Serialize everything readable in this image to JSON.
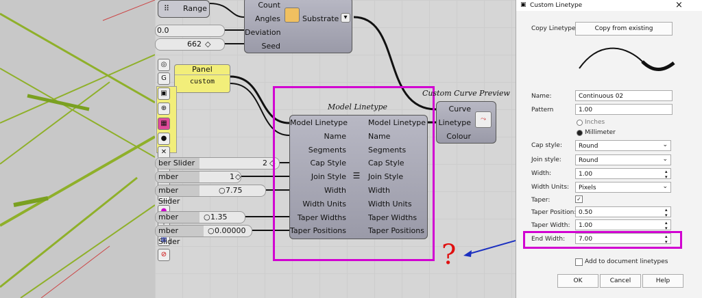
{
  "canvas": {
    "top_component": {
      "inputs": [
        "Count",
        "Angles",
        "Deviation",
        "Seed"
      ],
      "output": "Substrate"
    },
    "range_label": "Range",
    "sliders_top": [
      {
        "value": "0.0"
      },
      {
        "value": "662"
      }
    ],
    "panel": {
      "title": "Panel",
      "content": "custom"
    },
    "model_linetype": {
      "title": "Model Linetype",
      "inputs": [
        "Model Linetype",
        "Name",
        "Segments",
        "Cap Style",
        "Join Style",
        "Width",
        "Width Units",
        "Taper Widths",
        "Taper Positions"
      ],
      "outputs": [
        "Model Linetype",
        "Name",
        "Segments",
        "Cap Style",
        "Join Style",
        "Width",
        "Width Units",
        "Taper Widths",
        "Taper Positions"
      ]
    },
    "preview": {
      "title": "Custom Curve Preview",
      "inputs": [
        "Curve",
        "Linetype",
        "Colour"
      ]
    },
    "sliders": [
      {
        "label": "ber Slider",
        "value": "2"
      },
      {
        "label": "mber Slider",
        "value": "1"
      },
      {
        "label": "mber Slider",
        "value": "7.75"
      },
      {
        "label": "mber Slider",
        "value": "1.35"
      },
      {
        "label": "mber Slider",
        "value": "0.00000"
      }
    ],
    "annotation": "?"
  },
  "dialog": {
    "title": "Custom Linetype",
    "copy_label": "Copy Linetype:",
    "copy_button": "Copy from existing",
    "name_label": "Name:",
    "name_value": "Continuous 02",
    "pattern_label": "Pattern",
    "pattern_value": "1.00",
    "unit_inches": "Inches",
    "unit_mm": "Millimeter",
    "unit_selected": "Millimeter",
    "cap_label": "Cap style:",
    "cap_value": "Round",
    "join_label": "Join style:",
    "join_value": "Round",
    "width_label": "Width:",
    "width_value": "1.00",
    "width_units_label": "Width Units:",
    "width_units_value": "Pixels",
    "taper_label": "Taper:",
    "taper_checked": true,
    "taper_position_label": "Taper Position:",
    "taper_position_value": "0.50",
    "taper_width_label": "Taper Width:",
    "taper_width_value": "1.00",
    "end_width_label": "End Width:",
    "end_width_value": "7.00",
    "add_label": "Add to document linetypes",
    "ok": "OK",
    "cancel": "Cancel",
    "help": "Help",
    "close": "×"
  },
  "colors": {
    "highlight": "#d100d1",
    "arrow": "#1a2fc0",
    "question": "#e01010",
    "panel": "#f2ee7a"
  }
}
